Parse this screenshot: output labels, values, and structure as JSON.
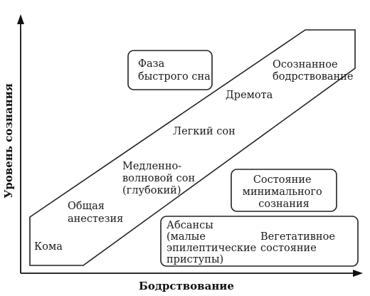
{
  "axes": {
    "x_label": "Бодрствование",
    "y_label": "Уровень сознания"
  },
  "band_labels": {
    "coma": "Кома",
    "anesthesia": [
      "Общая",
      "анестезия"
    ],
    "slow_wave": [
      "Медленно-",
      "волновой сон",
      "(глубокий)"
    ],
    "light_sleep": "Легкий сон",
    "drowsiness": "Дремота",
    "aware": [
      "Осознанное",
      "бодрствование"
    ]
  },
  "boxes": {
    "rem": [
      "Фаза",
      "быстрого сна"
    ],
    "mcs": [
      "Состояние",
      "минимального",
      "сознания"
    ],
    "absence": [
      "Абсансы",
      "(малые",
      "эпилептические",
      "приступы)"
    ],
    "vegetative": [
      "Вегетативное",
      "состояние"
    ]
  }
}
